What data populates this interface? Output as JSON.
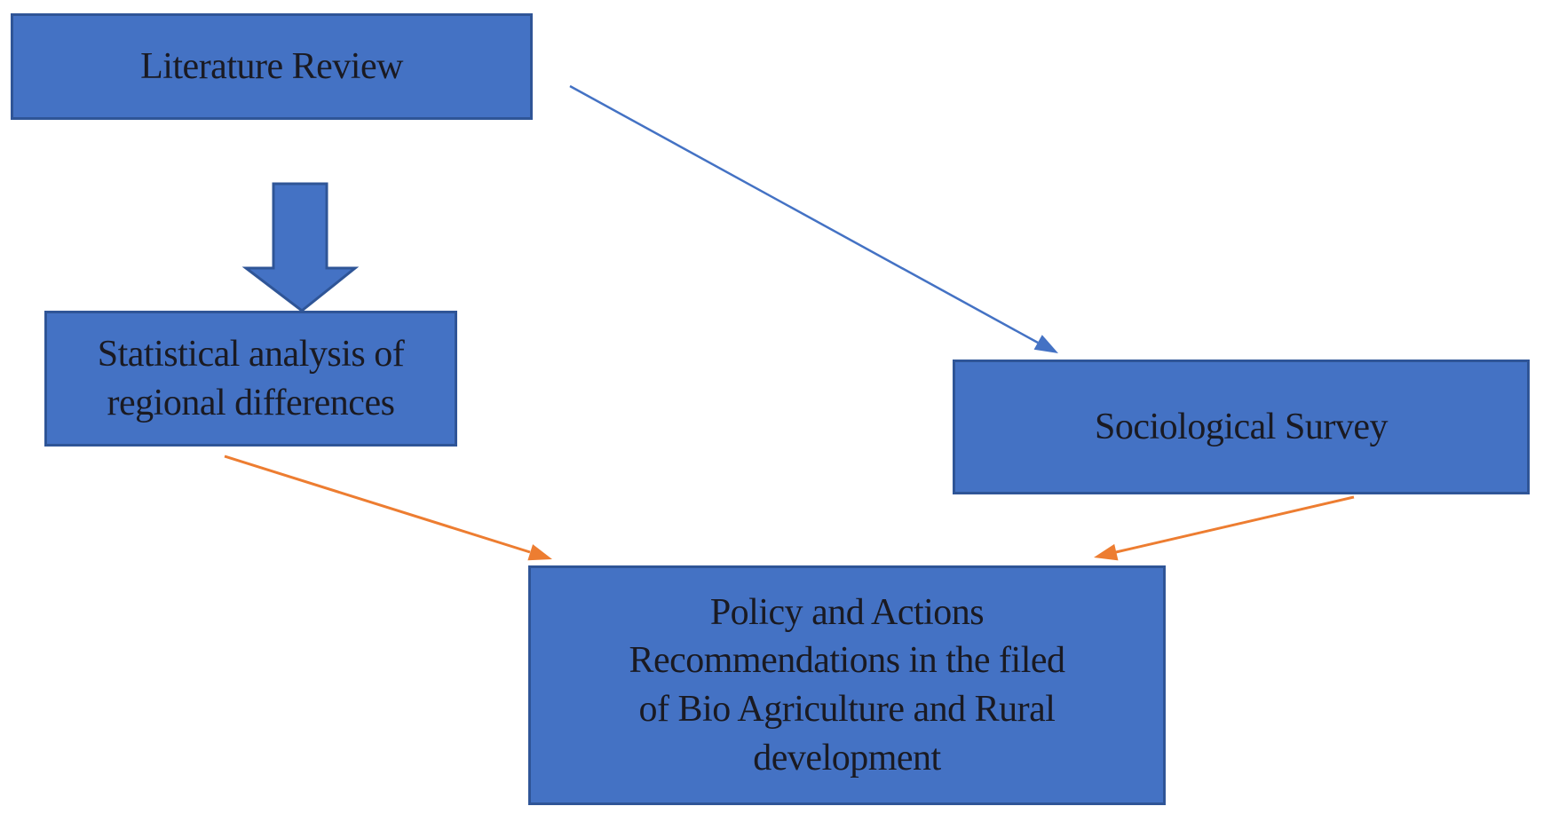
{
  "colors": {
    "background": "#FFFFFF",
    "node_fill": "#4472C4",
    "node_border": "#2F5597",
    "node_text": "#1A1A22",
    "connector_blue": "#4472C4",
    "connector_orange": "#ED7D31"
  },
  "nodes": {
    "literature_review": {
      "label": "Literature Review"
    },
    "statistical_analysis": {
      "lines": [
        "Statistical analysis of",
        "regional differences"
      ]
    },
    "sociological_survey": {
      "label": "Sociological Survey"
    },
    "policy_recommendations": {
      "lines": [
        "Policy and Actions",
        "Recommendations in the filed",
        "of Bio Agriculture and Rural",
        "development"
      ]
    }
  },
  "edges": [
    {
      "from": "Literature Review",
      "to": "Statistical analysis of regional differences",
      "type": "block-arrow-down",
      "color": "#4472C4"
    },
    {
      "from": "Literature Review",
      "to": "Sociological Survey",
      "type": "line-arrow",
      "color": "#4472C4"
    },
    {
      "from": "Statistical analysis of regional differences",
      "to": "Policy and Actions Recommendations in the filed of Bio Agriculture and Rural development",
      "type": "line-arrow",
      "color": "#ED7D31"
    },
    {
      "from": "Sociological Survey",
      "to": "Policy and Actions Recommendations in the filed of Bio Agriculture and Rural development",
      "type": "line-arrow",
      "color": "#ED7D31"
    }
  ]
}
